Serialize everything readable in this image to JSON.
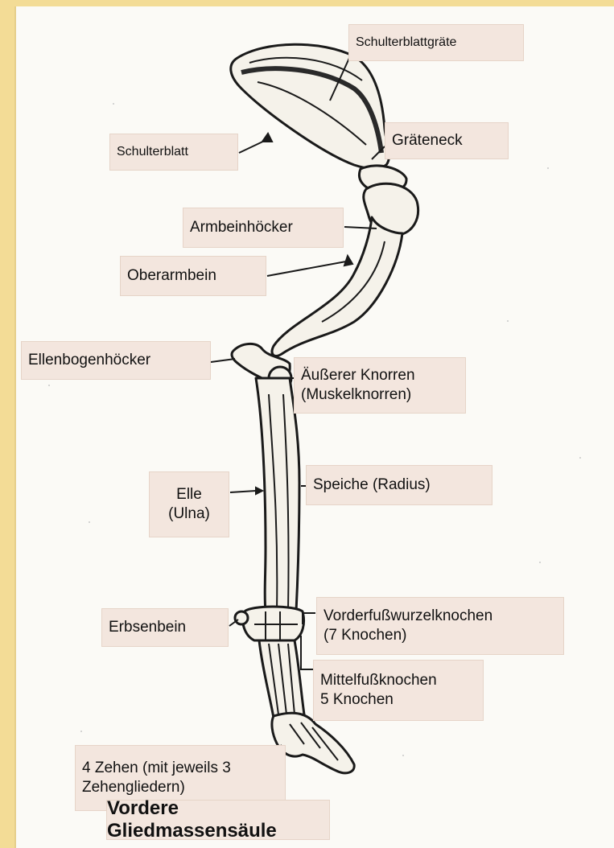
{
  "title": "Vordere Gliedmassensäule",
  "labels": {
    "schulterblattgraete": "Schulterblattgräte",
    "schulterblatt": "Schulterblatt",
    "graeteneck": "Gräteneck",
    "armbeinhoecker": "Armbeinhöcker",
    "oberarmbein": "Oberarmbein",
    "ellenbogenhoecker": "Ellenbogenhöcker",
    "aeusserer_knorren": "Äußerer Knorren\n(Muskelknorren)",
    "elle": "Elle\n(Ulna)",
    "speiche": "Speiche (Radius)",
    "erbsenbein": "Erbsenbein",
    "vorderfusswurzel": "Vorderfußwurzelknochen\n(7 Knochen)",
    "mittelfuss": "Mittelfußknochen\n5 Knochen",
    "zehen": "4 Zehen (mit jeweils 3\nZehengliedern)"
  }
}
